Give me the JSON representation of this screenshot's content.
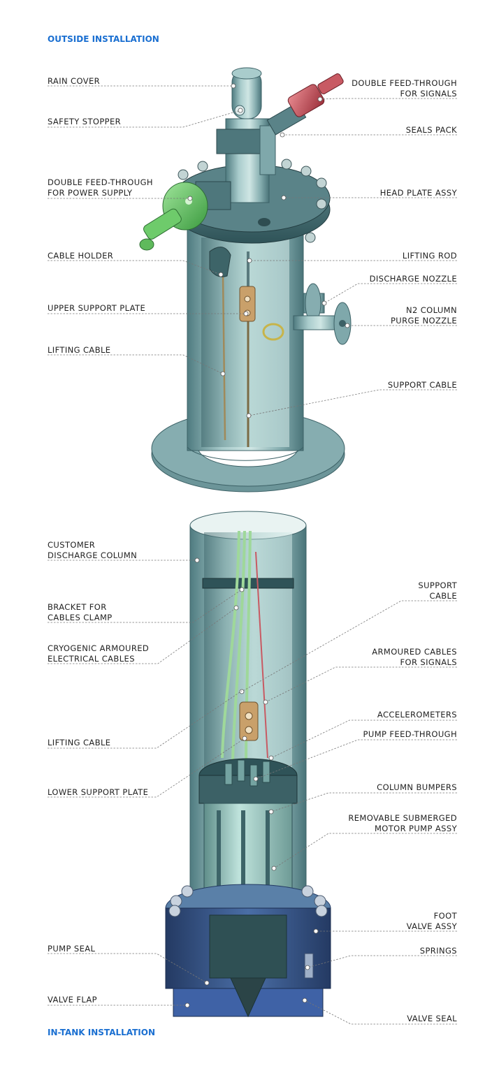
{
  "sections": {
    "outside": "OUTSIDE INSTALLATION",
    "in_tank": "IN-TANK INSTALLATION"
  },
  "labels": {
    "rain_cover": [
      "RAIN COVER"
    ],
    "safety_stopper": [
      "SAFETY STOPPER"
    ],
    "double_feed_signals": [
      "DOUBLE FEED-THROUGH",
      "FOR SIGNALS"
    ],
    "seals_pack": [
      "SEALS PACK"
    ],
    "double_feed_power": [
      "DOUBLE FEED-THROUGH",
      "FOR POWER SUPPLY"
    ],
    "head_plate": [
      "HEAD PLATE ASSY"
    ],
    "cable_holder": [
      "CABLE HOLDER"
    ],
    "lifting_rod": [
      "LIFTING ROD"
    ],
    "discharge_nozzle": [
      "DISCHARGE NOZZLE"
    ],
    "upper_support_plate": [
      "UPPER SUPPORT PLATE"
    ],
    "n2_purge": [
      "N2 COLUMN",
      "PURGE NOZZLE"
    ],
    "lifting_cable_top": [
      "LIFTING CABLE"
    ],
    "support_cable_top": [
      "SUPPORT CABLE"
    ],
    "customer_column": [
      "CUSTOMER",
      "DISCHARGE COLUMN"
    ],
    "support_cable_bottom": [
      "SUPPORT",
      "CABLE"
    ],
    "bracket_clamp": [
      "BRACKET FOR",
      "CABLES CLAMP"
    ],
    "cryogenic_cables": [
      "CRYOGENIC ARMOURED",
      "ELECTRICAL CABLES"
    ],
    "armoured_signals": [
      "ARMOURED CABLES",
      "FOR SIGNALS"
    ],
    "accelerometers": [
      "ACCELEROMETERS"
    ],
    "lifting_cable_bottom": [
      "LIFTING CABLE"
    ],
    "pump_feed_through": [
      "PUMP FEED-THROUGH"
    ],
    "lower_support_plate": [
      "LOWER SUPPORT PLATE"
    ],
    "column_bumpers": [
      "COLUMN BUMPERS"
    ],
    "submerged_pump": [
      "REMOVABLE SUBMERGED",
      "MOTOR PUMP ASSY"
    ],
    "foot_valve": [
      "FOOT",
      "VALVE ASSY"
    ],
    "pump_seal": [
      "PUMP SEAL"
    ],
    "springs": [
      "SPRINGS"
    ],
    "valve_flap": [
      "VALVE FLAP"
    ],
    "valve_seal": [
      "VALVE SEAL"
    ]
  },
  "colors": {
    "accent": "#1a6fd1",
    "steel": "#7fa8ab",
    "steel_dark": "#3f6a70",
    "power_feed": "#5fc25f",
    "signal_feed": "#c44a55",
    "valve_blue": "#2f4d7e"
  }
}
